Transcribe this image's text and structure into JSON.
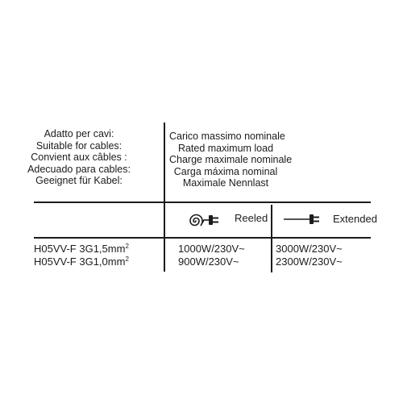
{
  "suitable_for": {
    "lines": [
      "Adatto per cavi:",
      "Suitable for cables:",
      "Convient aux câbles :",
      "Adecuado para cables:",
      "Geeignet für Kabel:"
    ]
  },
  "max_load": {
    "lines": [
      "Carico massimo nominale",
      "Rated maximum load",
      "Charge maximale nominale",
      "Carga máxima nominal",
      "Maximale Nennlast"
    ]
  },
  "headers": {
    "reeled": "Reeled",
    "extended": "Extended",
    "reeled_icon": "coiled-cable-plug-icon",
    "extended_icon": "straight-cable-plug-icon"
  },
  "rows": [
    {
      "cable": "H05VV-F 3G1,5mm",
      "cable_sup": "2",
      "reeled": "1000W/230V~",
      "extended": "3000W/230V~"
    },
    {
      "cable": "H05VV-F 3G1,0mm",
      "cable_sup": "2",
      "reeled": "900W/230V~",
      "extended": "2300W/230V~"
    }
  ]
}
